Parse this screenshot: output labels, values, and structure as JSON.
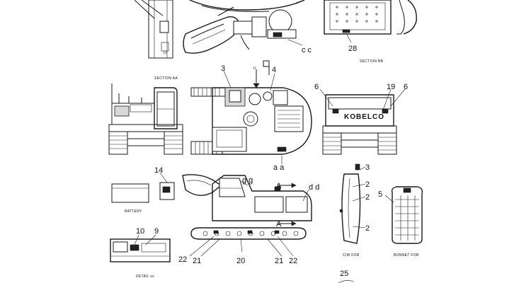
{
  "diagram": {
    "section_labels": {
      "section_aa": "SECTION AA",
      "section_bb": "SECTION BB",
      "battery": "BATTERY",
      "cw_for": "C/W FOR",
      "bonnet_for": "BONNET FOR",
      "detail": "DETAIL ss"
    },
    "brand_text": "KOBELCO",
    "callouts": {
      "c2": "2",
      "c2b": "2",
      "c3": "3",
      "c3b": "3",
      "c4": "4",
      "c5": "5",
      "c6a": "6",
      "c6b": "6",
      "c9": "9",
      "c10": "10",
      "c14": "14",
      "c19": "19",
      "c20": "20",
      "c21a": "21",
      "c21b": "21",
      "c22a": "22",
      "c22b": "22",
      "c25": "25",
      "c28": "28"
    },
    "letter_refs": {
      "cc": "c c",
      "aa": "a a",
      "gg": "g g",
      "dd": "d d",
      "arrow_a1": "A",
      "arrow_a2": "A",
      "arrow_ii": "II"
    }
  }
}
